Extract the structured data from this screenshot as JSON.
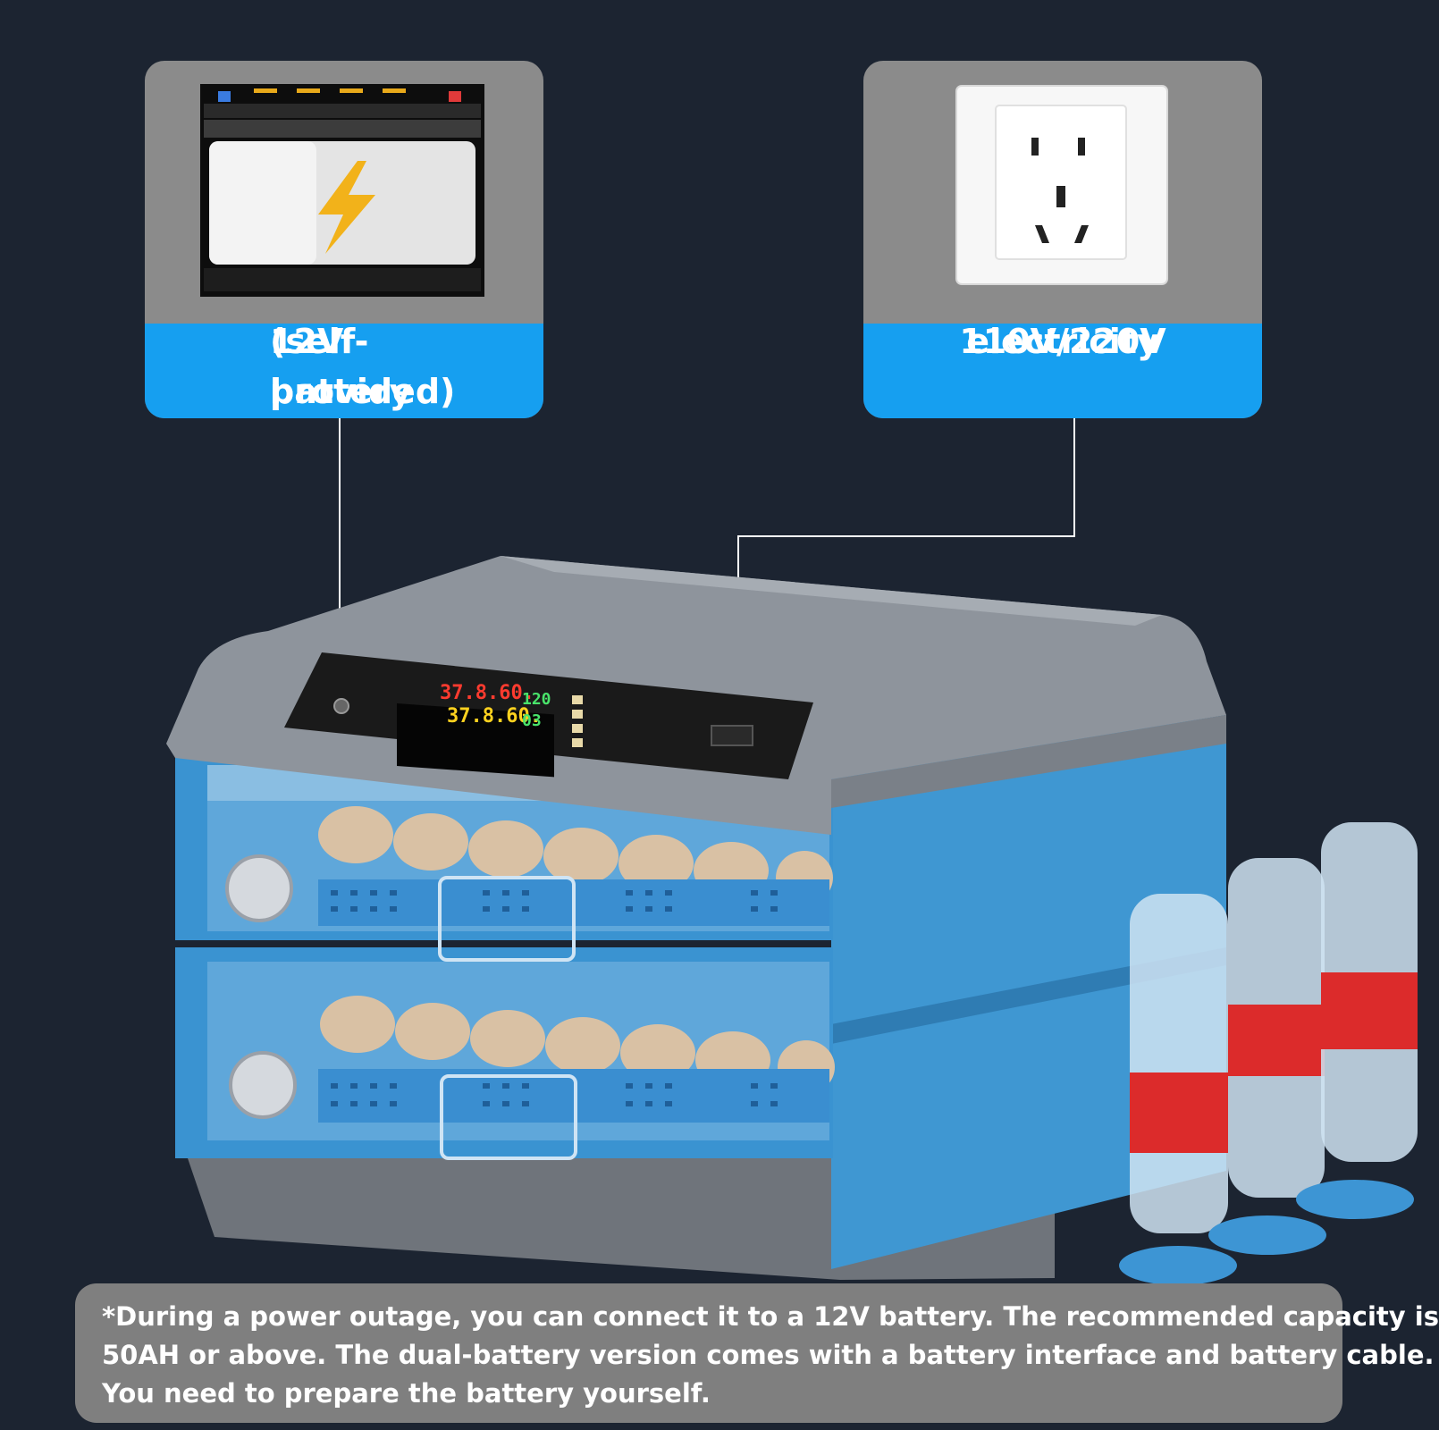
{
  "callouts": {
    "battery": {
      "line1": "12V battery",
      "line2": "(self-provided)",
      "icon": "car-battery-icon"
    },
    "outlet": {
      "line1": "110V/220V",
      "line2": "electricity",
      "icon": "wall-socket-icon"
    }
  },
  "note": {
    "line1": "*During a power outage, you can connect it to a 12V battery. The recommended capacity is",
    "line2": "50AH or above. The dual-battery version comes with a battery interface and battery cable.",
    "line3": "You need to prepare the battery yourself."
  },
  "display": {
    "temp_top": "37.8.60.",
    "temp_bottom": "37.8.60.",
    "right_top": "120",
    "right_bottom": "03"
  },
  "colors": {
    "background": "#1c2431",
    "card": "#8b8b8b",
    "accent_blue": "#169ff0",
    "incubator_blue": "#3d9ad6",
    "lid_gray": "#8e949c"
  }
}
